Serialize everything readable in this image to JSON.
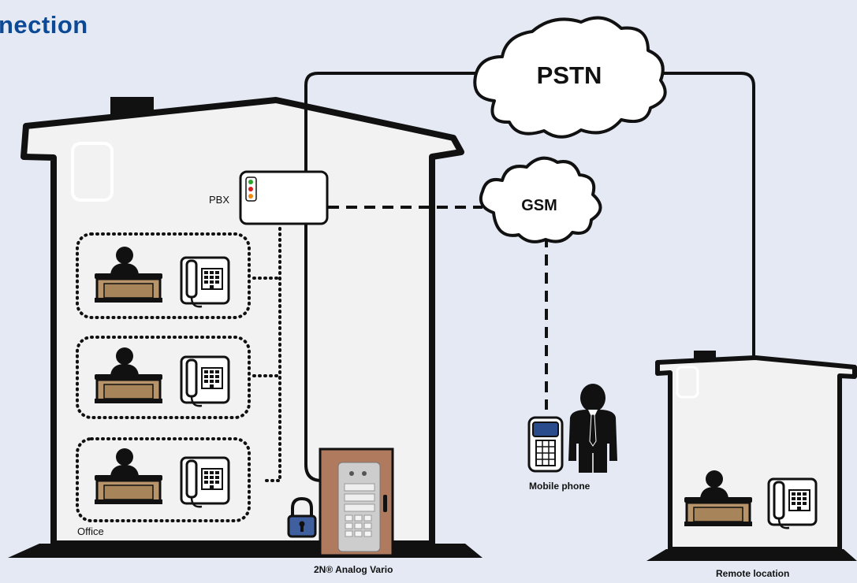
{
  "title": "nection",
  "labels": {
    "pstn": "PSTN",
    "gsm": "GSM",
    "pbx": "PBX",
    "office": "Office",
    "analog_vario": "2N® Analog Vario",
    "mobile_phone": "Mobile phone",
    "remote_location": "Remote location"
  },
  "colors": {
    "background": "#e4e9f4",
    "title": "#0d4a96",
    "house_fill": "#f2f2f2",
    "outline": "#111111",
    "door": "#b07a5e",
    "lock": "#3f5f9e",
    "pbx_led_green": "#2aa52a",
    "pbx_led_red": "#d42020",
    "pbx_led_orange": "#f08a10"
  }
}
